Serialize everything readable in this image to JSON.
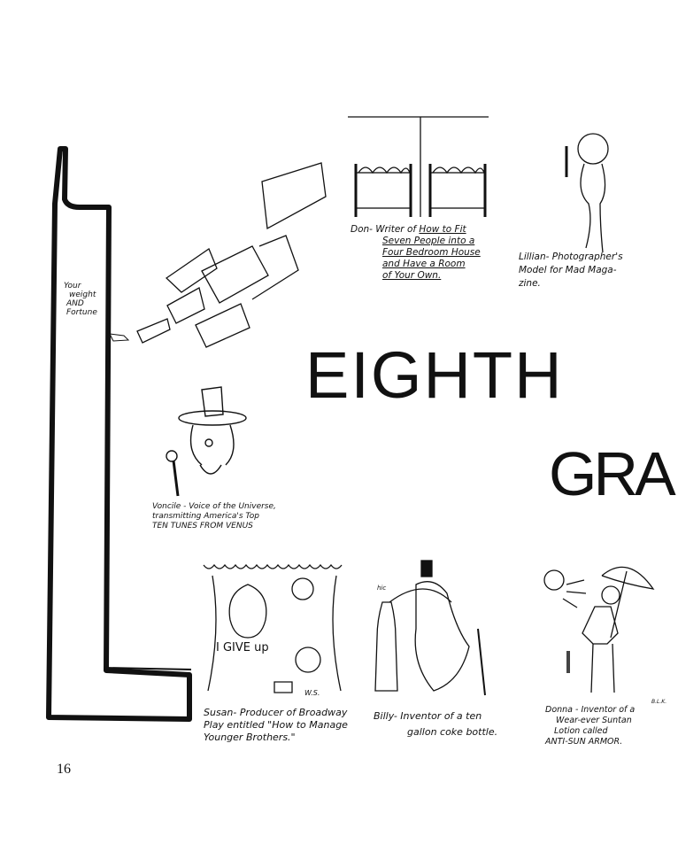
{
  "page_number": "16",
  "title_line1": "EIGHTH",
  "title_line2": "GRA",
  "scale_label": [
    "Your",
    "weight",
    "AND",
    "Fortune"
  ],
  "captions": {
    "don": {
      "name": "Don- Writer of",
      "lines": [
        "How to Fit",
        "Seven People into a",
        "Four Bedroom House",
        "and Have a Room",
        "of Your Own."
      ]
    },
    "lillian": {
      "lines": [
        "Lillian- Photographer's",
        "Model for Mad Maga-",
        "zine."
      ]
    },
    "voncile": {
      "lines": [
        "Voncile - Voice of the Universe,",
        "transmitting America's Top",
        "TEN TUNES  FROM  VENUS"
      ]
    },
    "susan": {
      "bubble": "I GIVE up",
      "signature": "W.S.",
      "lines": [
        "Susan- Producer of Broadway",
        "Play entitled \"How to Manage",
        "Younger Brothers.\""
      ]
    },
    "billy": {
      "sound": "hic",
      "lines": [
        "Billy- Inventor of a ten",
        "gallon coke bottle."
      ]
    },
    "donna": {
      "signature": "B.L.K.",
      "lines": [
        "Donna - Inventor of a",
        "Wear-ever Suntan",
        "Lotion  called",
        "ANTI-SUN ARMOR."
      ]
    }
  }
}
